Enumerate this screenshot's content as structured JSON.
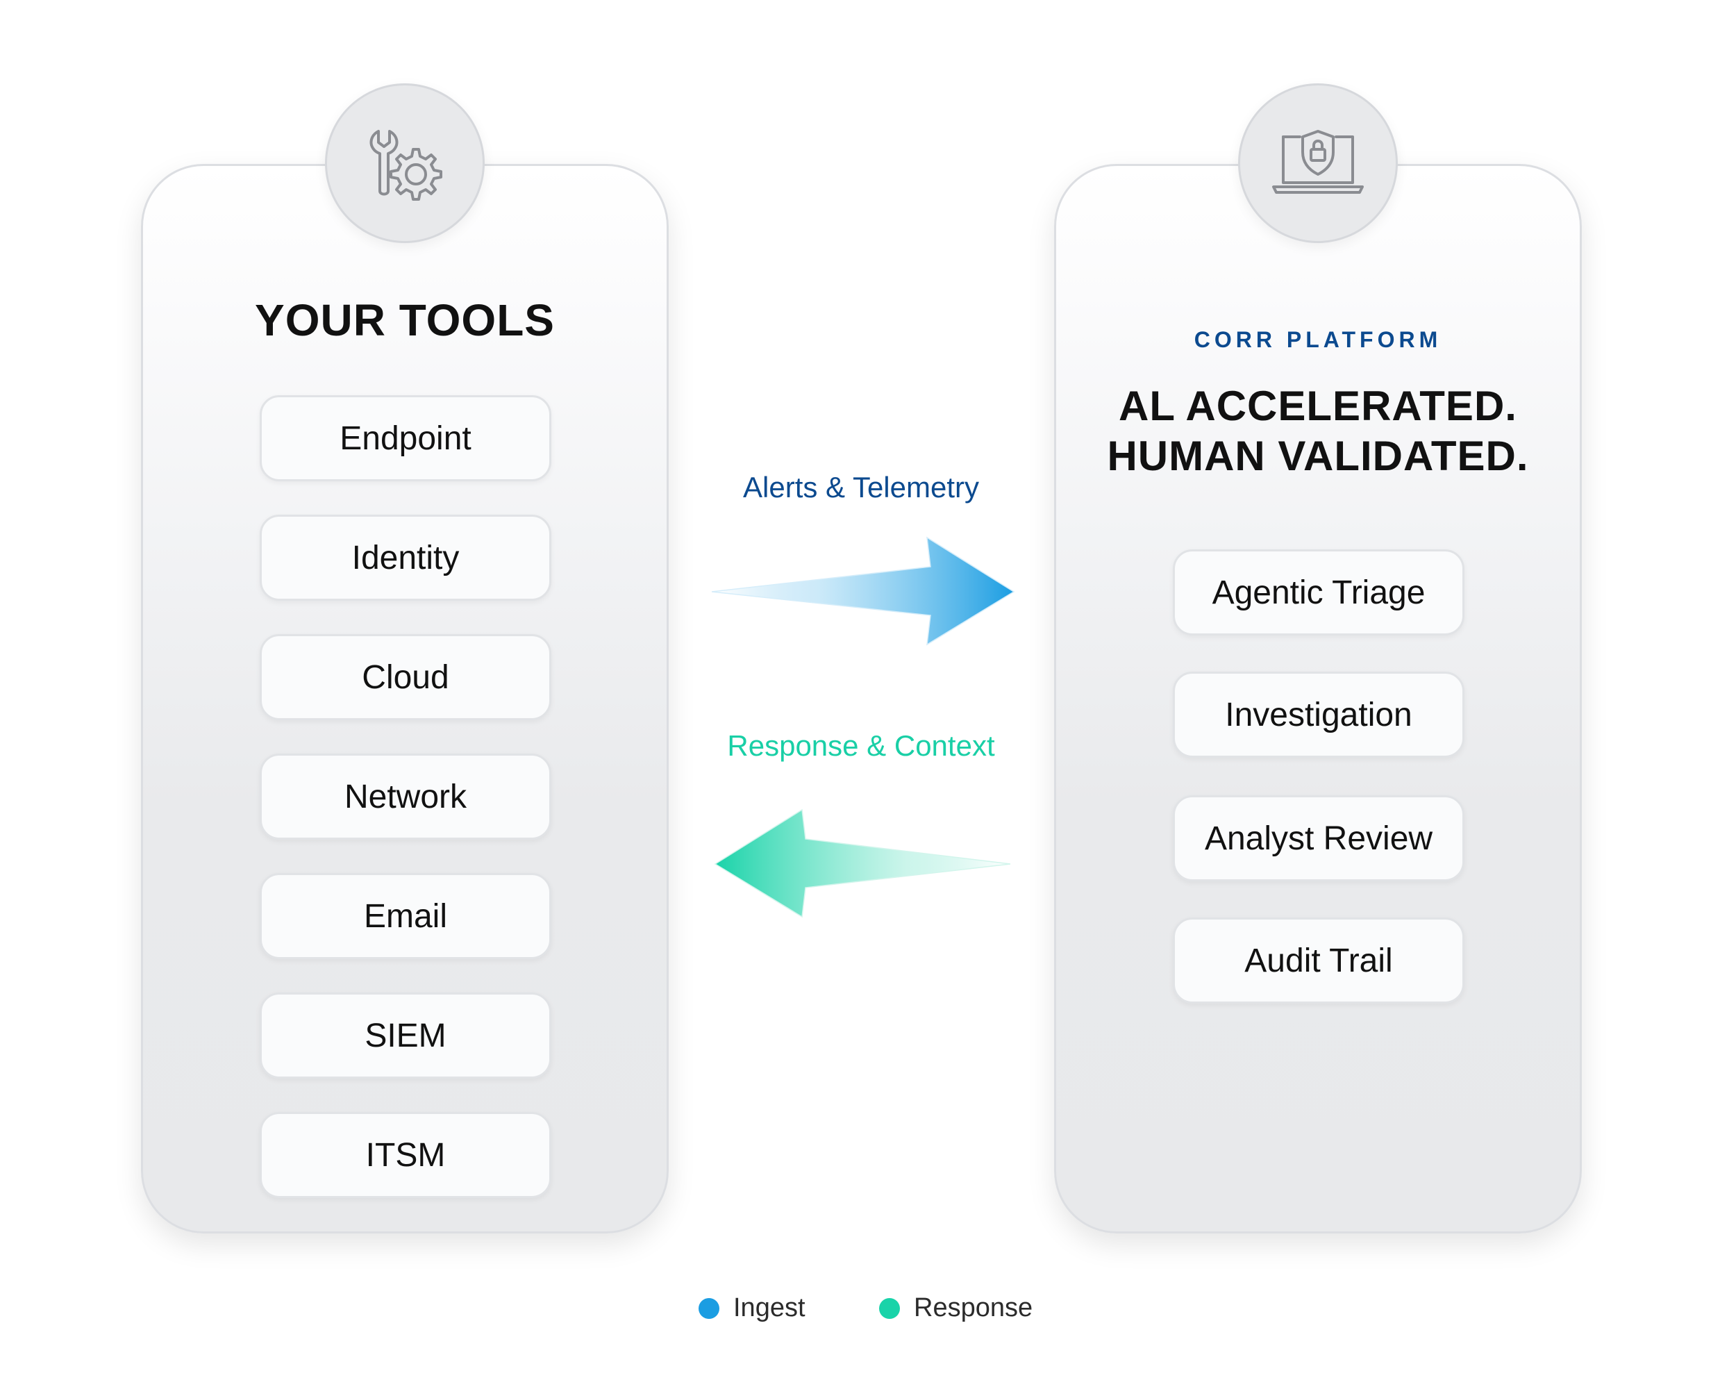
{
  "left": {
    "title": "YOUR TOOLS",
    "icon": "wrench-gear-icon",
    "items": [
      "Endpoint",
      "Identity",
      "Cloud",
      "Network",
      "Email",
      "SIEM",
      "ITSM"
    ]
  },
  "right": {
    "eyebrow": "CORR PLATFORM",
    "title_line1": "AL ACCELERATED.",
    "title_line2": "HUMAN VALIDATED.",
    "icon": "laptop-shield-lock-icon",
    "items": [
      "Agentic Triage",
      "Investigation",
      "Analyst Review",
      "Audit Trail"
    ]
  },
  "flows": {
    "ingest_label": "Alerts & Telemetry",
    "response_label": "Response & Context"
  },
  "legend": [
    {
      "label": "Ingest",
      "color": "#1b9de2"
    },
    {
      "label": "Response",
      "color": "#19d3a9"
    }
  ],
  "colors": {
    "ingest": "#1b9de2",
    "response": "#19d3a9",
    "eyebrow": "#0c4a8f"
  }
}
